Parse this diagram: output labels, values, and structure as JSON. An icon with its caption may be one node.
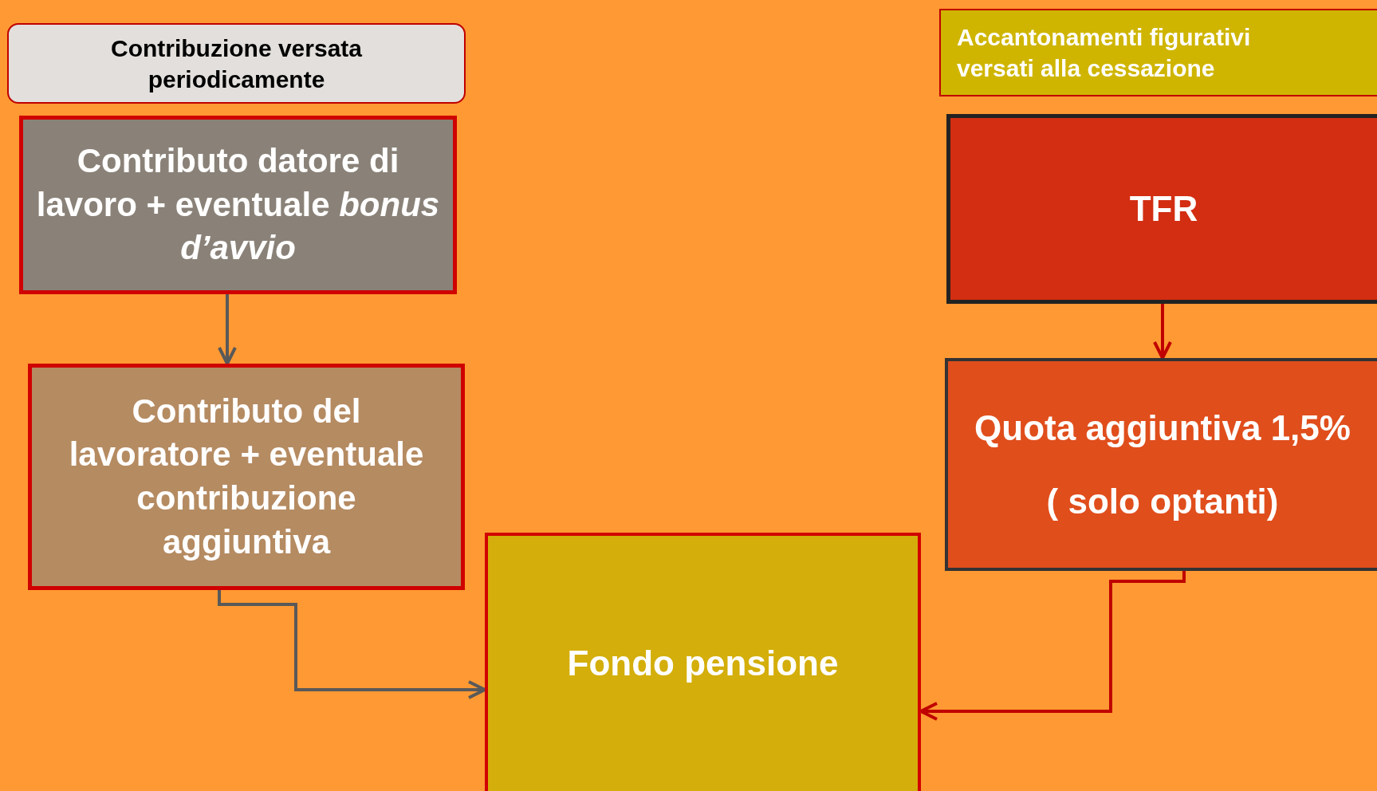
{
  "diagram": {
    "nodes": [
      {
        "text": [
          "Contribuzione versata periodicamente"
        ]
      },
      {
        "text": [
          "Contributo datore di lavoro + eventuale *bonus d’avvio*"
        ]
      },
      {
        "text": [
          "Contributo del lavoratore + eventuale contribuzione aggiuntiva"
        ]
      },
      {
        "text": [
          "Fondo pensione"
        ]
      },
      {
        "text": [
          "Accantonamenti  figurativi versati alla cessazione"
        ]
      },
      {
        "text": [
          "TFR"
        ]
      },
      {
        "text": [
          "Quota aggiuntiva 1,5%",
          "( solo optanti)"
        ]
      }
    ],
    "edges": [
      {
        "from": 1,
        "to": 2,
        "arrow": "to"
      },
      {
        "from": 2,
        "to": 3,
        "arrow": "to"
      },
      {
        "from": 5,
        "to": 6,
        "arrow": "to",
        "color": "#c00000"
      },
      {
        "from": 6,
        "to": 3,
        "arrow": "to",
        "color": "#c00000"
      }
    ]
  }
}
